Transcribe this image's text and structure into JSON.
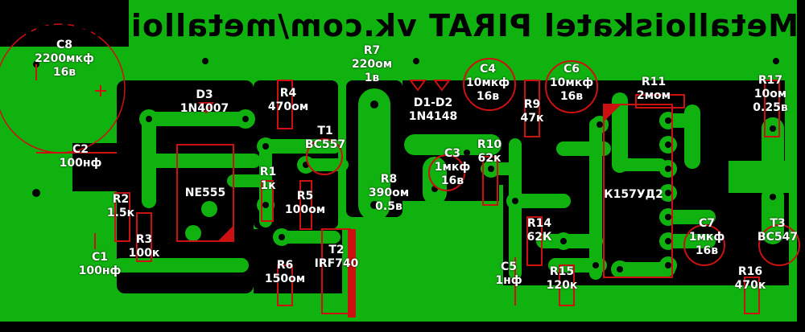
{
  "board": {
    "title": "Metalloiskatel PIRAT vk.com/metalloiscatel",
    "colors": {
      "copper": "#10b210",
      "background": "#000000",
      "silk": "#ffffff",
      "outline": "#cc1111"
    }
  },
  "components": {
    "c8": {
      "ref": "C8",
      "value": "2200мкф",
      "rating": "16в"
    },
    "d3": {
      "ref": "D3",
      "value": "1N4007"
    },
    "r4": {
      "ref": "R4",
      "value": "470ом"
    },
    "r7": {
      "ref": "R7",
      "value": "220ом",
      "rating": "1в"
    },
    "d1d2": {
      "ref": "D1-D2",
      "value": "1N4148"
    },
    "c4": {
      "ref": "C4",
      "value": "10мкф",
      "rating": "16в"
    },
    "c6": {
      "ref": "C6",
      "value": "10мкф",
      "rating": "16в"
    },
    "r9": {
      "ref": "R9",
      "value": "47к"
    },
    "r11": {
      "ref": "R11",
      "value": "2мом"
    },
    "r17": {
      "ref": "R17",
      "value": "10ом",
      "rating": "0.25в"
    },
    "c2": {
      "ref": "C2",
      "value": "100нф"
    },
    "t1": {
      "ref": "T1",
      "value": "BC557"
    },
    "r1": {
      "ref": "R1",
      "value": "1к"
    },
    "ne555": {
      "ref": "NE555"
    },
    "r2": {
      "ref": "R2",
      "value": "1.5к"
    },
    "r3": {
      "ref": "R3",
      "value": "100к"
    },
    "c1": {
      "ref": "C1",
      "value": "100нф"
    },
    "r5": {
      "ref": "R5",
      "value": "100ом"
    },
    "r8": {
      "ref": "R8",
      "value": "390ом",
      "rating": "0.5в"
    },
    "c3": {
      "ref": "C3",
      "value": "1мкф",
      "rating": "16в"
    },
    "r10": {
      "ref": "R10",
      "value": "62к"
    },
    "k157": {
      "ref": "К157УД2"
    },
    "r14": {
      "ref": "R14",
      "value": "62К"
    },
    "c7": {
      "ref": "C7",
      "value": "1мкф",
      "rating": "16в"
    },
    "t3": {
      "ref": "T3",
      "value": "BC547"
    },
    "t2": {
      "ref": "T2",
      "value": "IRF740"
    },
    "r6": {
      "ref": "R6",
      "value": "150ом"
    },
    "c5": {
      "ref": "C5",
      "value": "1нф"
    },
    "r15": {
      "ref": "R15",
      "value": "120к"
    },
    "r16": {
      "ref": "R16",
      "value": "470к"
    }
  }
}
